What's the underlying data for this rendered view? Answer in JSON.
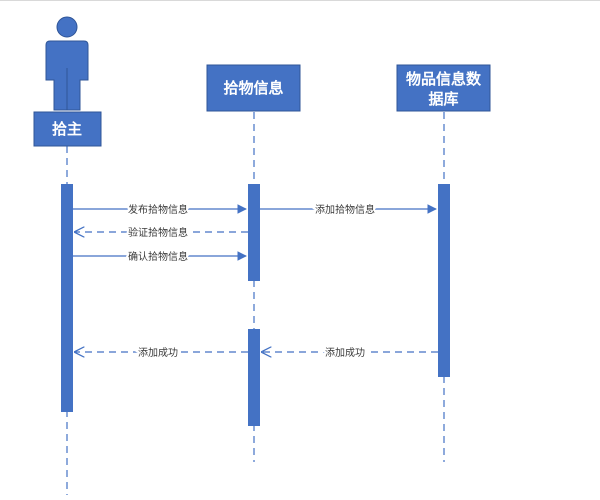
{
  "diagram": {
    "type": "sequence",
    "colors": {
      "fill": "#4472c4",
      "border": "#2f5597",
      "line": "#4472c4",
      "text_dark": "#3a3a3a"
    },
    "participants": {
      "owner": {
        "label": "拾主"
      },
      "lostinfo": {
        "label": "拾物信息"
      },
      "database": {
        "label_line1": "物品信息数",
        "label_line2": "据库"
      }
    },
    "messages": [
      {
        "label": "发布拾物信息",
        "from": "owner",
        "to": "lostinfo",
        "style": "solid"
      },
      {
        "label": "添加拾物信息",
        "from": "lostinfo",
        "to": "database",
        "style": "solid"
      },
      {
        "label": "验证拾物信息",
        "from": "lostinfo",
        "to": "owner",
        "style": "dashed"
      },
      {
        "label": "确认拾物信息",
        "from": "owner",
        "to": "lostinfo",
        "style": "solid"
      },
      {
        "label": "添加成功",
        "from": "database",
        "to": "lostinfo",
        "style": "dashed"
      },
      {
        "label": "添加成功",
        "from": "lostinfo",
        "to": "owner",
        "style": "dashed"
      }
    ]
  }
}
